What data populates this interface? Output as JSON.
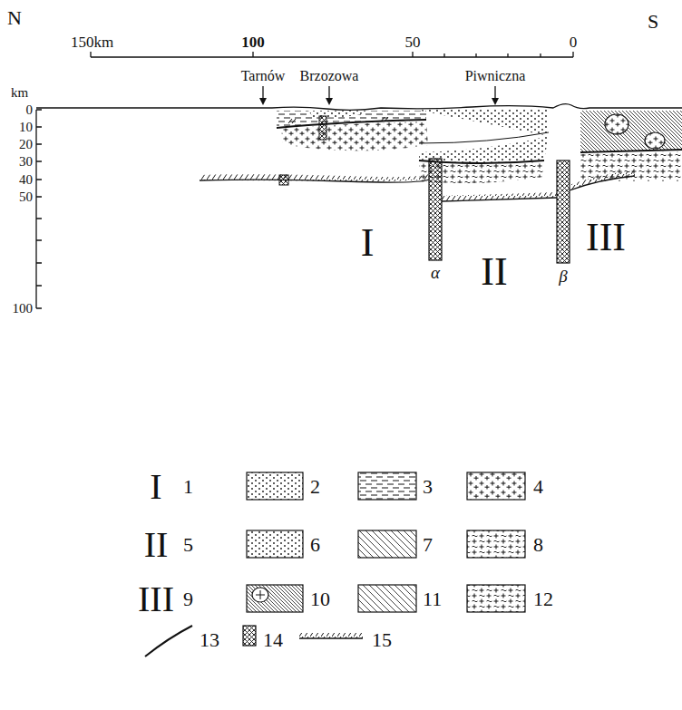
{
  "diagram": {
    "labels": [
      "N",
      "S",
      "150km",
      "100",
      "50",
      "0",
      "Tarnów",
      "Brzozowa",
      "Piwniczna",
      "km",
      "0",
      "10",
      "20",
      "30",
      "40",
      "50",
      "100",
      "I",
      "II",
      "III",
      "α",
      "β",
      "I",
      "II",
      "III"
    ],
    "legend": [
      {
        "text": "1"
      },
      {
        "text": "2"
      },
      {
        "text": "3"
      },
      {
        "text": "4"
      },
      {
        "text": "5"
      },
      {
        "text": "6"
      },
      {
        "text": "7"
      },
      {
        "text": "8"
      },
      {
        "text": "9"
      },
      {
        "text": "10"
      },
      {
        "text": "11"
      },
      {
        "text": "12"
      },
      {
        "text": "13"
      },
      {
        "text": "14"
      },
      {
        "text": "15"
      }
    ]
  }
}
